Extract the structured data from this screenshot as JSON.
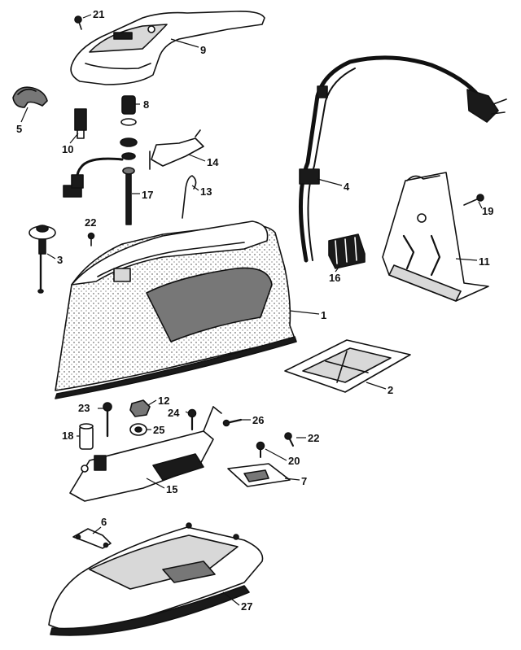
{
  "callouts": [
    {
      "id": "label-21",
      "text": "21"
    },
    {
      "id": "label-9",
      "text": "9"
    },
    {
      "id": "label-8",
      "text": "8"
    },
    {
      "id": "label-5",
      "text": "5"
    },
    {
      "id": "label-10",
      "text": "10"
    },
    {
      "id": "label-14",
      "text": "14"
    },
    {
      "id": "label-4",
      "text": "4"
    },
    {
      "id": "label-17",
      "text": "17"
    },
    {
      "id": "label-13",
      "text": "13"
    },
    {
      "id": "label-19",
      "text": "19"
    },
    {
      "id": "label-22a",
      "text": "22"
    },
    {
      "id": "label-3",
      "text": "3"
    },
    {
      "id": "label-16",
      "text": "16"
    },
    {
      "id": "label-11",
      "text": "11"
    },
    {
      "id": "label-1",
      "text": "1"
    },
    {
      "id": "label-2",
      "text": "2"
    },
    {
      "id": "label-23",
      "text": "23"
    },
    {
      "id": "label-12",
      "text": "12"
    },
    {
      "id": "label-24",
      "text": "24"
    },
    {
      "id": "label-26",
      "text": "26"
    },
    {
      "id": "label-22b",
      "text": "22"
    },
    {
      "id": "label-18",
      "text": "18"
    },
    {
      "id": "label-25",
      "text": "25"
    },
    {
      "id": "label-20",
      "text": "20"
    },
    {
      "id": "label-15",
      "text": "15"
    },
    {
      "id": "label-7",
      "text": "7"
    },
    {
      "id": "label-6",
      "text": "6"
    },
    {
      "id": "label-27",
      "text": "27"
    }
  ],
  "colors": {
    "ink": "#111111",
    "paper": "#ffffff"
  }
}
